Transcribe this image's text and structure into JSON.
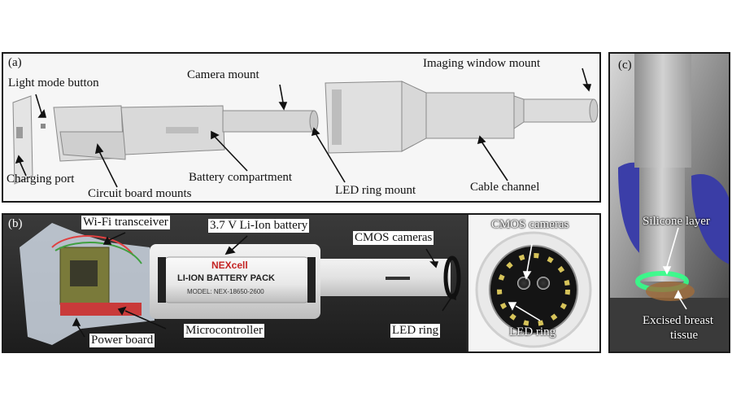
{
  "panel_a": {
    "tag": "(a)",
    "labels": {
      "light_mode_button": "Light mode button",
      "camera_mount": "Camera mount",
      "imaging_window_mount": "Imaging window mount",
      "charging_port": "Charging port",
      "circuit_board_mounts": "Circuit board mounts",
      "battery_compartment": "Battery compartment",
      "led_ring_mount": "LED ring mount",
      "cable_channel": "Cable channel"
    }
  },
  "panel_b": {
    "tag": "(b)",
    "labels": {
      "wifi_transceiver": "Wi-Fi transceiver",
      "battery": "3.7 V Li-Ion battery",
      "cmos_cameras": "CMOS cameras",
      "power_board": "Power board",
      "microcontroller": "Microcontroller",
      "led_ring": "LED ring"
    },
    "battery_print": {
      "brand": "NEXcell",
      "title": "LI-ION BATTERY PACK",
      "model": "MODEL: NEX-18650-2600"
    },
    "inset": {
      "cmos_cameras": "CMOS cameras",
      "led_ring": "LED ring"
    }
  },
  "panel_c": {
    "tag": "(c)",
    "labels": {
      "silicone_layer": "Silicone layer",
      "excised_tissue_line1": "Excised breast",
      "excised_tissue_line2": "tissue"
    }
  }
}
